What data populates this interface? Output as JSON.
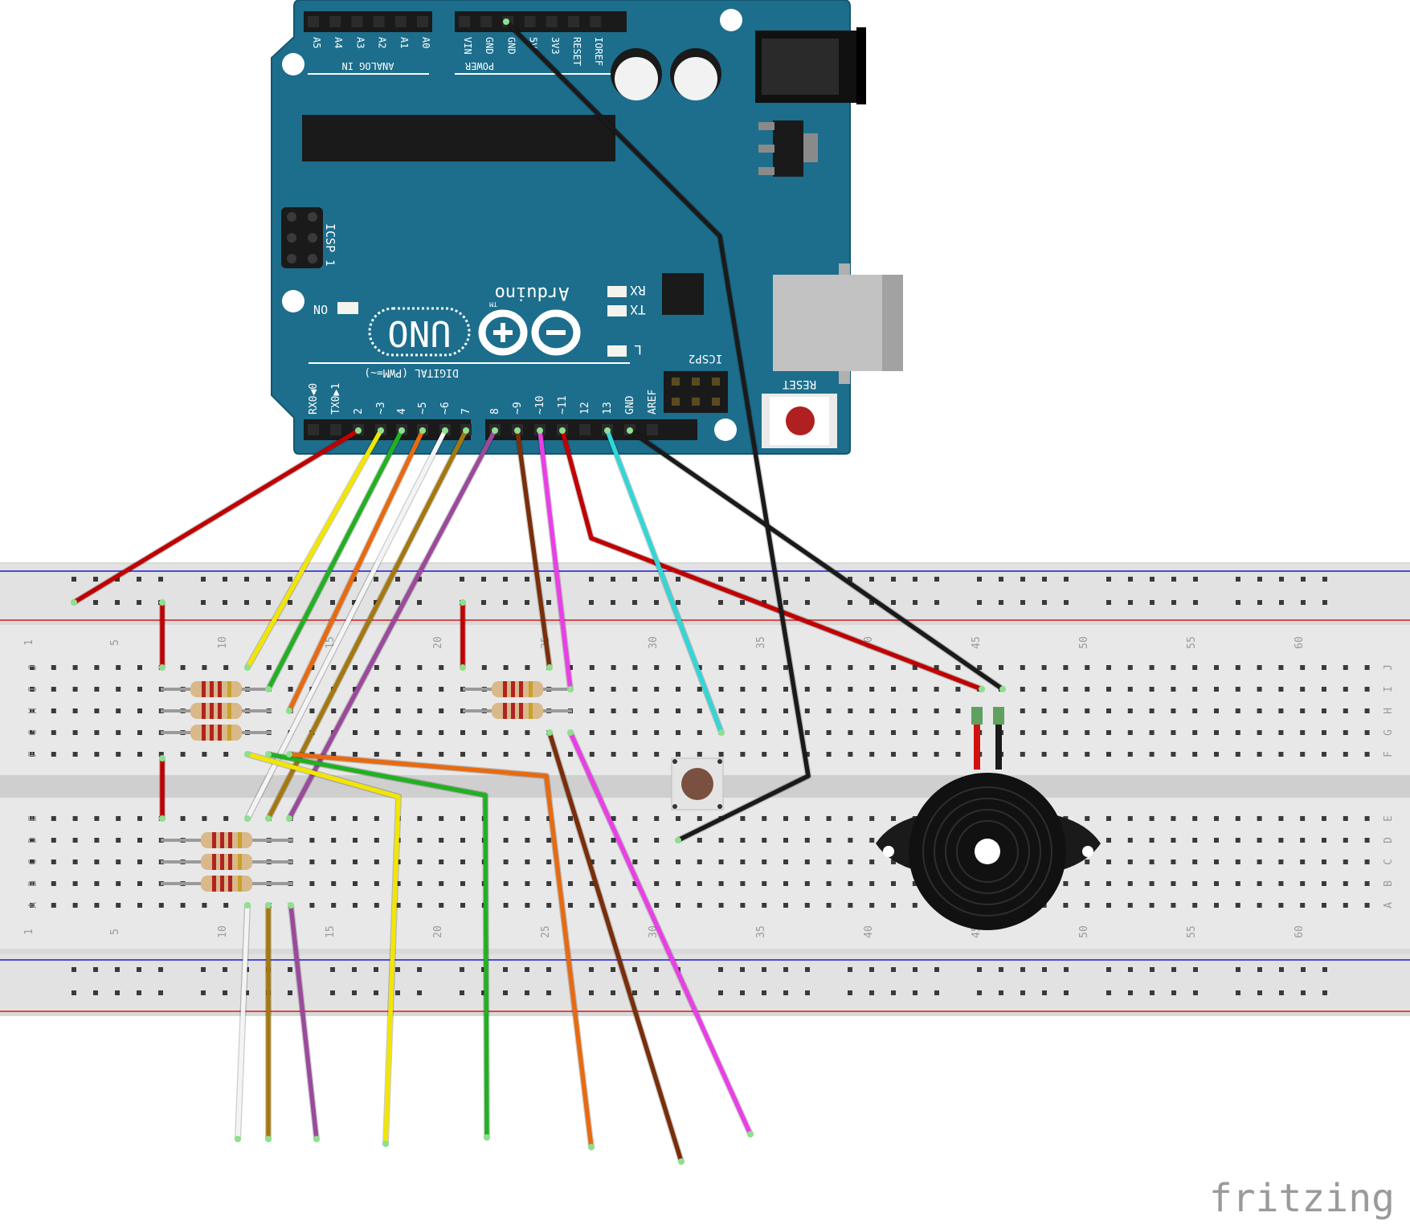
{
  "board": {
    "model": "UNO",
    "brand": "Arduino",
    "tm": "TM",
    "analog_header_title": "ANALOG IN",
    "analog_pins": [
      "A5",
      "A4",
      "A3",
      "A2",
      "A1",
      "A0"
    ],
    "power_header_title": "POWER",
    "power_pins": [
      "VIN",
      "GND",
      "GND",
      "5V",
      "3V3",
      "RESET",
      "IOREF"
    ],
    "icsp_label": "ICSP",
    "icsp_pin1": "1",
    "icsp2_label": "ICSP2",
    "reset_label": "RESET",
    "on_label": "ON",
    "rx_label": "RX",
    "tx_label": "TX",
    "l_label": "L",
    "digital_title": "DIGITAL (PWM=~)",
    "digital_pins": [
      "RX0◀0",
      "TX0▶1",
      "2",
      "~3",
      "4",
      "~5",
      "~6",
      "7",
      "8",
      "~9",
      "~10",
      "~11",
      "12",
      "13",
      "GND",
      "AREF"
    ],
    "color": "#1c6e8c"
  },
  "breadboard": {
    "row_letters_top": [
      "J",
      "I",
      "H",
      "G",
      "F"
    ],
    "row_letters_bottom": [
      "E",
      "D",
      "C",
      "B",
      "A"
    ],
    "column_numbers": [
      "1",
      "5",
      "10",
      "15",
      "20",
      "25",
      "30",
      "35",
      "40",
      "45",
      "50",
      "55",
      "60"
    ]
  },
  "watermark": "fritzing",
  "colors": {
    "red": "#c00000",
    "yellow": "#f2e600",
    "green": "#22b022",
    "orange": "#e86a10",
    "white": "#f4f4f4",
    "ochre": "#a5780e",
    "purple": "#9b4a9b",
    "brown": "#7a2e0a",
    "magenta": "#ea3ee6",
    "cyan": "#33d6d6",
    "black": "#1a1a1a"
  },
  "icons": [
    "arduino-infinity-logo",
    "pushbutton-icon",
    "piezo-buzzer-icon",
    "dc-jack-icon",
    "usb-port-icon"
  ]
}
